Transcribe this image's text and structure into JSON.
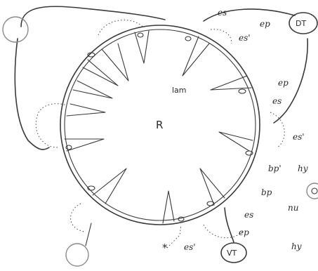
{
  "diagram": {
    "labels": {
      "center": "R",
      "es_top": "es",
      "ep_top": "ep",
      "es_prime_top": "es'",
      "dt": "DT",
      "lam": "lam",
      "ep_right": "ep",
      "es_right": "es",
      "es_prime_right": "es'",
      "bp_prime": "bp'",
      "hy_top": "hy",
      "bp": "bp",
      "nu": "nu",
      "es_bottom": "es",
      "ep_bottom": "ep",
      "es_prime_bottom": "es'",
      "vt": "VT",
      "hy_bottom": "hy",
      "asterisk": "*"
    }
  }
}
